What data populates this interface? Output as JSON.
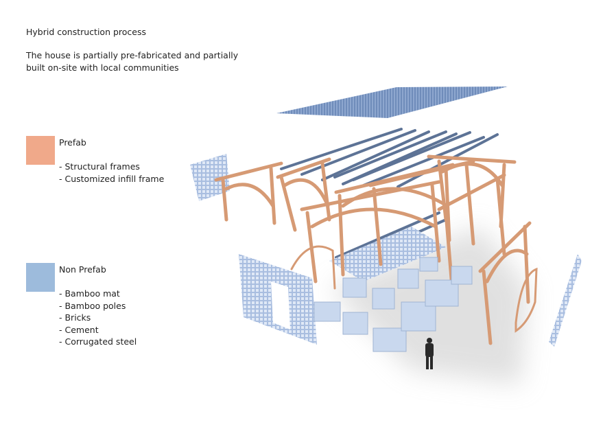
{
  "header": {
    "title": "Hybrid construction process",
    "description_lines": [
      "The house is partially pre-fabricated and partially",
      "built on-site with local communities"
    ]
  },
  "legend": [
    {
      "label": "Prefab",
      "color": "#f0a98a",
      "items": [
        "- Structural frames",
        "- Customized infill frame"
      ]
    },
    {
      "label": "Non Prefab",
      "color": "#9dbbdc",
      "items": [
        "- Bamboo mat",
        "- Bamboo poles",
        "- Bricks",
        "- Cement",
        "- Corrugated steel"
      ]
    }
  ],
  "colors": {
    "timber": "#d69a74",
    "timber_dark": "#a8694a",
    "panel": "#8fa9d0",
    "box": "#c9d8ee",
    "pole": "#5d7396"
  }
}
